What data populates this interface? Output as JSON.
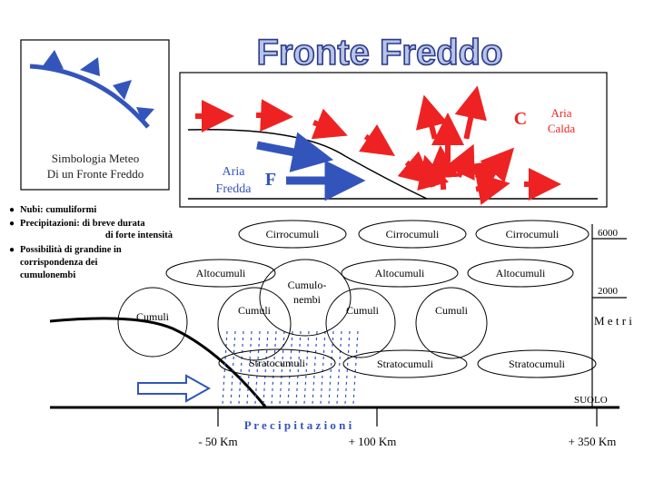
{
  "title": "Fronte Freddo",
  "legend_box": {
    "line1": "Simbologia Meteo",
    "line2": "Di un Fronte Freddo"
  },
  "air_box": {
    "cold_label_1": "Aria",
    "cold_label_2": "Fredda",
    "cold_letter": "F",
    "warm_letter": "C",
    "warm_label_1": "Aria",
    "warm_label_2": "Calda"
  },
  "notes": [
    {
      "bold": "Nubi:",
      "text": " cumuliformi"
    },
    {
      "bold": "Precipitazioni:",
      "text": " di breve durata",
      "line2": "di forte intensità"
    },
    {
      "bold": "Possibilità di grandine in",
      "text": "",
      "line2": "corrispondenza dei",
      "line3": "cumulonembi"
    }
  ],
  "clouds": {
    "cirro_1": "Cirrocumuli",
    "cirro_2": "Cirrocumuli",
    "cirro_3": "Cirrocumuli",
    "alto_1": "Altocumuli",
    "alto_2": "Altocumuli",
    "alto_3": "Altocumuli",
    "cumulonembi_1": "Cumulo-",
    "cumulonembi_2": "nembi",
    "cumuli_1": "Cumuli",
    "cumuli_2": "Cumuli",
    "cumuli_3": "Cumuli",
    "cumuli_4": "Cumuli",
    "strato_1": "Stratocumuli",
    "strato_2": "Stratocumuli",
    "strato_3": "Stratocumuli"
  },
  "altitude_axis": {
    "tick_high": "6000",
    "tick_mid": "2000",
    "label": "M e t r i",
    "ground": "SUOLO"
  },
  "precip_label": "P r e c i p i t a z i o n i",
  "distance_axis": {
    "tick_1": "- 50 Km",
    "tick_2": "+ 100 Km",
    "tick_3": "+ 350 Km"
  },
  "colors": {
    "cold_blue": "#3355bb",
    "warm_red": "#ee2222",
    "title_fill": "#b8c4e8",
    "title_stroke": "#2a3a8a",
    "precip_text": "#3355bb"
  }
}
